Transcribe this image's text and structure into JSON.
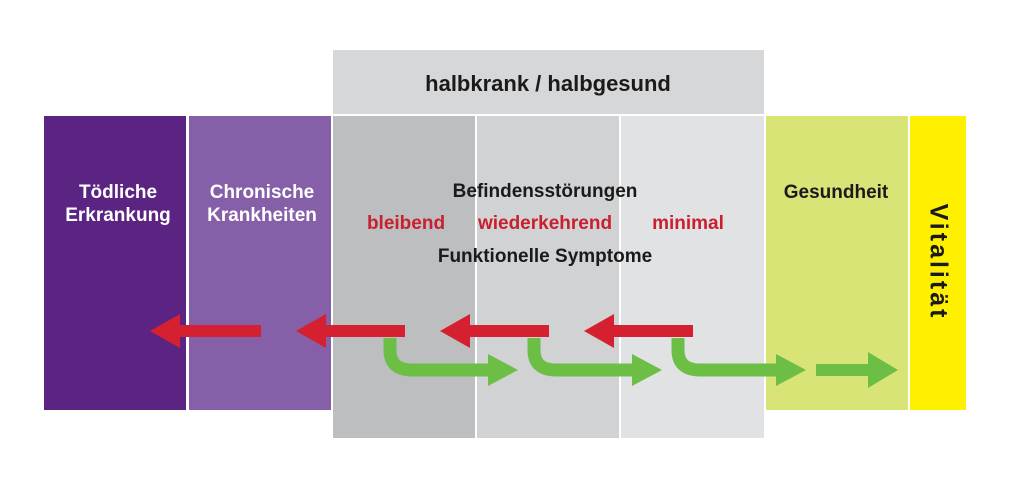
{
  "header": {
    "label": "halbkrank / halbgesund"
  },
  "columns": [
    {
      "label_line1": "Tödliche",
      "label_line2": "Erkrankung",
      "color": "#5b2482"
    },
    {
      "label_line1": "Chronische",
      "label_line2": "Krankheiten",
      "color": "#8560a8"
    },
    {
      "color": "#bdbec0"
    },
    {
      "color": "#d1d2d4"
    },
    {
      "color": "#e1e2e3"
    },
    {
      "label": "Gesundheit",
      "color": "#d9e476"
    },
    {
      "label": "Vitalität",
      "color": "#fff000"
    }
  ],
  "middle": {
    "title": "Befindensstörungen",
    "levels": [
      "bleibend",
      "wiederkehrend",
      "minimal"
    ],
    "subtitle": "Funktionelle Symptome"
  },
  "colors": {
    "red_arrow": "#d42030",
    "green_arrow": "#6cbe45",
    "level_text": "#c8202f",
    "header_bg": "#d6d7d8"
  }
}
